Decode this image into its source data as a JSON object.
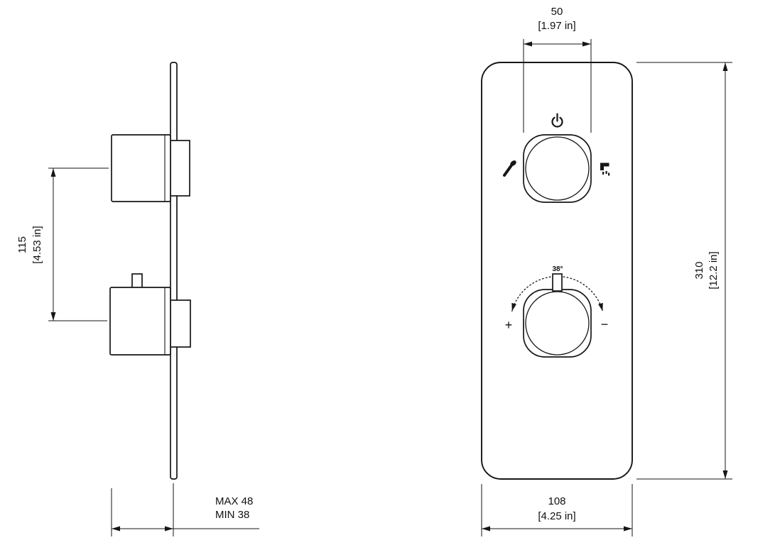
{
  "page": {
    "background": "#ffffff",
    "line_color": "#161616"
  },
  "side_view": {
    "label": "side-profile-view",
    "dim_handle_spacing": {
      "mm": "115",
      "inches": "[4.53 in]"
    },
    "dim_depth": {
      "max": "MAX 48",
      "min": "MIN 38"
    }
  },
  "front_view": {
    "label": "front-view",
    "dim_handle_width": {
      "mm": "50",
      "inches": "[1.97 in]"
    },
    "dim_plate_height": {
      "mm": "310",
      "inches": "[12.2 in]"
    },
    "dim_plate_width": {
      "mm": "108",
      "inches": "[4.25 in]"
    },
    "temperature_knob": {
      "temp_label": "38°",
      "increase": "+",
      "decrease": "−"
    },
    "icons": {
      "power": "power-icon",
      "left_outlet": "handshower-icon",
      "right_outlet": "bath-spout-icon"
    }
  }
}
